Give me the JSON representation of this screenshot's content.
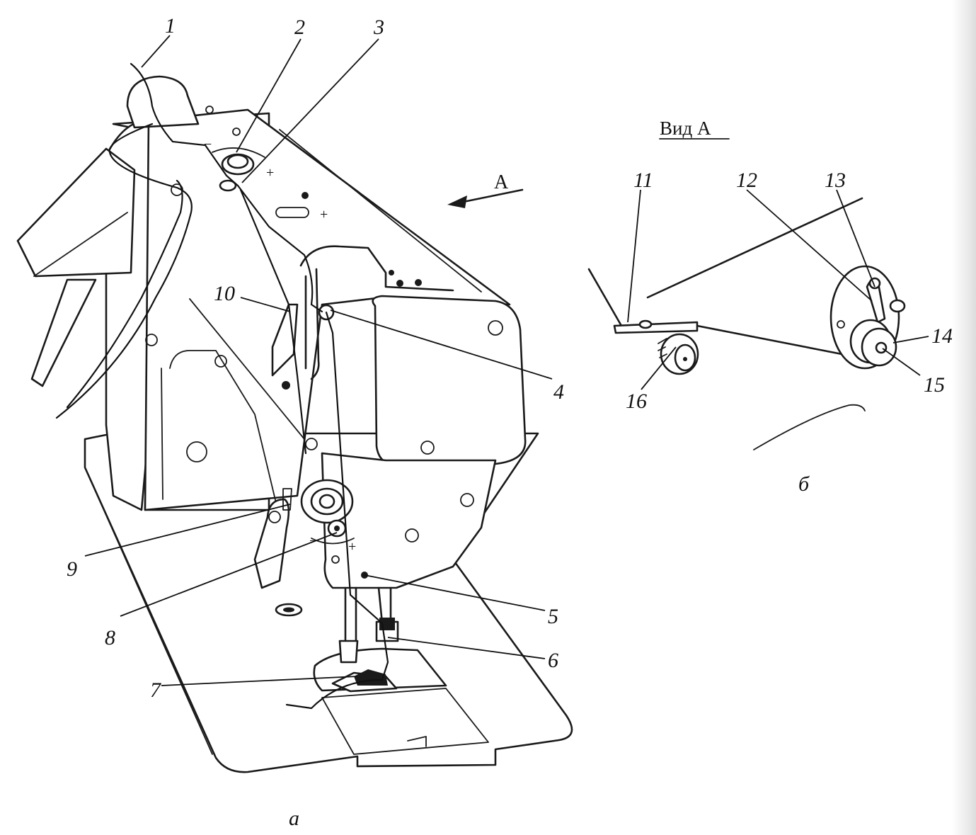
{
  "figure": {
    "panel_a": "а",
    "panel_b": "б",
    "view_title": "Вид А",
    "view_arrow_label": "А"
  },
  "callouts": {
    "c1": "1",
    "c2": "2",
    "c3": "3",
    "c4": "4",
    "c5": "5",
    "c6": "6",
    "c7": "7",
    "c8": "8",
    "c9": "9",
    "c10": "10",
    "c11": "11",
    "c12": "12",
    "c13": "13",
    "c14": "14",
    "c15": "15",
    "c16": "16"
  },
  "marks": {
    "plus": "+",
    "minus": "−"
  }
}
